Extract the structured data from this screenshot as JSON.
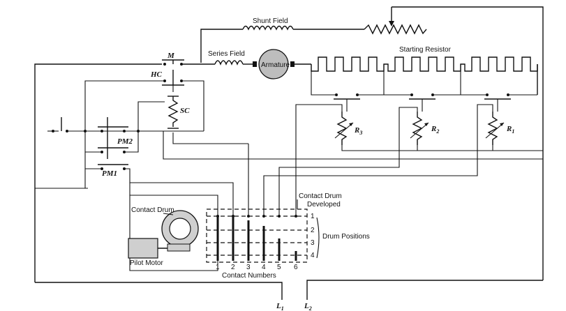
{
  "labels": {
    "shunt_field": "Shunt Field",
    "series_field": "Series Field",
    "armature": "Armature",
    "starting_resistor": "Starting Resistor",
    "m": "M",
    "hc": "HC",
    "sc": "SC",
    "pm2": "PM2",
    "pm1": "PM1",
    "r1": "R",
    "r1_sub": "1",
    "r2": "R",
    "r2_sub": "2",
    "r3": "R",
    "r3_sub": "3",
    "contact_drum": "Contact Drum",
    "pilot_motor": "Pilot Motor",
    "contact_drum_developed_1": "Contact Drum",
    "contact_drum_developed_2": "Developed",
    "drum_positions": "Drum Positions",
    "contact_numbers": "Contact Numbers",
    "l1": "L",
    "l1_sub": "1",
    "l2": "L",
    "l2_sub": "2"
  },
  "contact_columns": [
    "1",
    "2",
    "3",
    "4",
    "5",
    "6"
  ],
  "drum_position_numbers": [
    "1",
    "2",
    "3",
    "4"
  ]
}
